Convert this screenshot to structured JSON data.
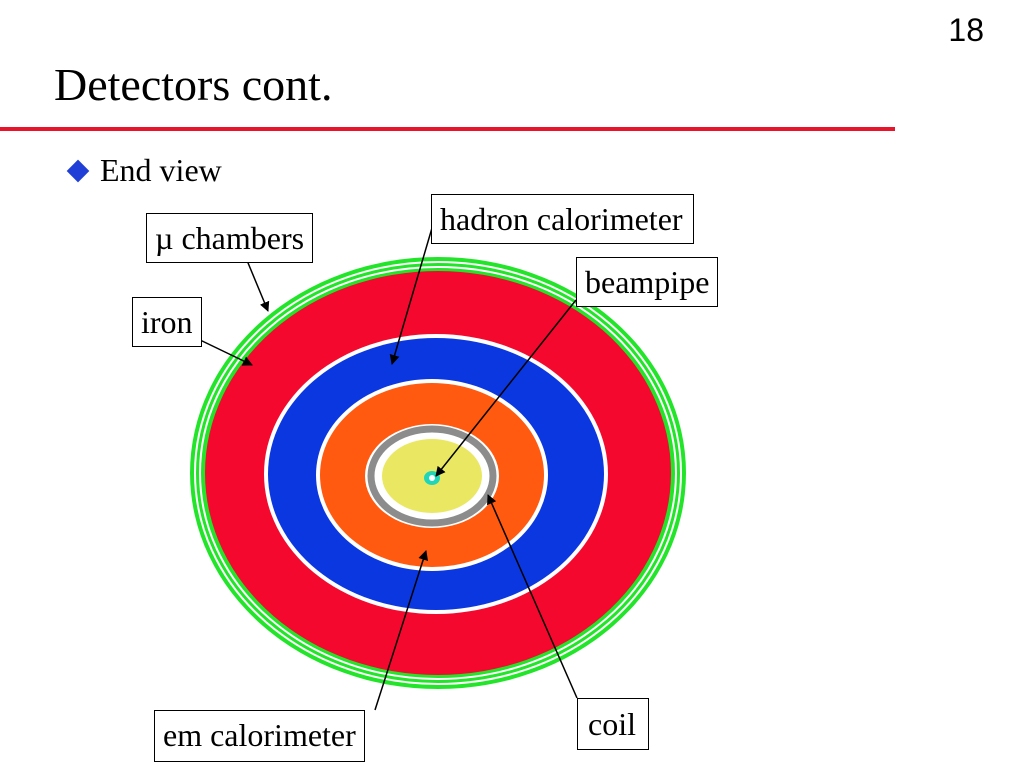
{
  "slide": {
    "page_number": "18",
    "title": "Detectors cont.",
    "bullet": "End view"
  },
  "labels": {
    "mu_chambers": "µ chambers",
    "iron": "iron",
    "hadron_calorimeter": "hadron calorimeter",
    "beampipe": "beampipe",
    "em_calorimeter": "em calorimeter",
    "coil": "coil"
  },
  "colors": {
    "mu_chambers": "#22e52a",
    "iron": "#f5082e",
    "hadron_calorimeter": "#0a37e0",
    "em_calorimeter": "#ff5a0f",
    "coil": "#8c8c8c",
    "tracker": "#eae863",
    "beampipe": "#1fd6b8",
    "title_rule": "#e8142c",
    "bullet": "#1f3fd6"
  },
  "icons": {
    "bullet": "diamond-bullet-icon"
  }
}
